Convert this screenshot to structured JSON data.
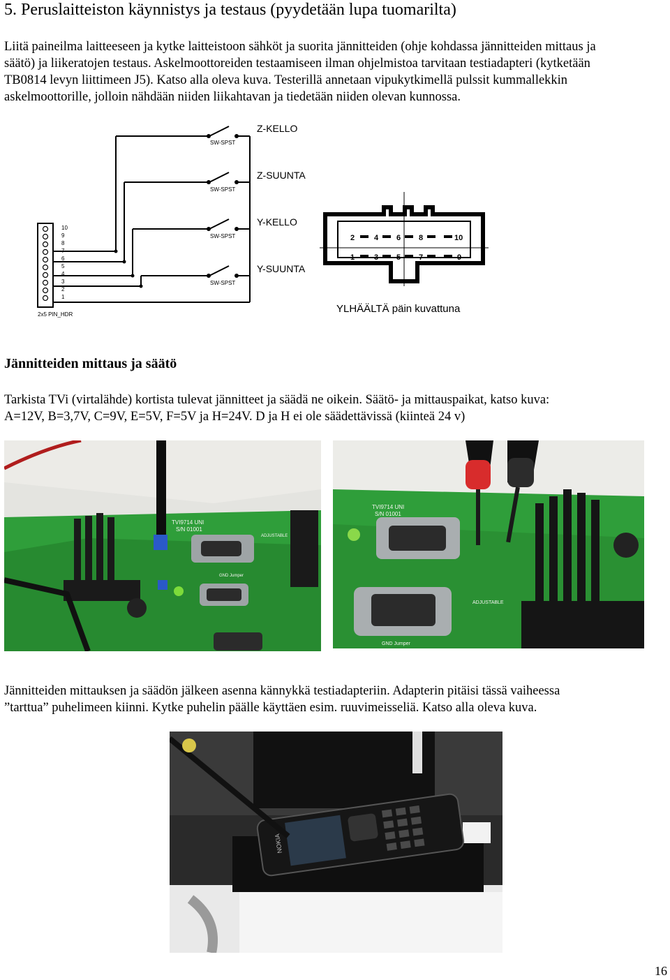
{
  "heading": "5. Peruslaitteiston käynnistys ja testaus (pyydetään lupa tuomarilta)",
  "intro": [
    "Liitä paineilma laitteeseen ja kytke laitteistoon sähköt ja suorita jännitteiden (ohje kohdassa jännitteiden mittaus ja",
    "säätö) ja liikeratojen testaus. Askelmoottoreiden testaamiseen ilman ohjelmistoa tarvitaan testiadapteri (kytketään",
    "TB0814 levyn liittimeen J5). Katso alla oleva kuva. Testerillä annetaan vipukytkimellä pulssit kummallekkin",
    "askelmoottorille, jolloin nähdään niiden liikahtavan ja tiedetään niiden olevan kunnossa."
  ],
  "schematic": {
    "switch_label": "SW-SPST",
    "signals": [
      "Z-KELLO",
      "Z-SUUNTA",
      "Y-KELLO",
      "Y-SUUNTA"
    ],
    "header_label": "2x5 PIN_HDR",
    "header_pins": [
      "10",
      "9",
      "8",
      "7",
      "6",
      "5",
      "4",
      "3",
      "2",
      "1"
    ],
    "connector_top_row": [
      "2",
      "4",
      "6",
      "8",
      "10"
    ],
    "connector_bottom_row": [
      "1",
      "3",
      "5",
      "7",
      "9"
    ],
    "connector_caption": "YLHÄÄLTÄ päin kuvattuna"
  },
  "section2_title": "Jännitteiden mittaus ja säätö",
  "section2_text": [
    "Tarkista TVi (virtalähde) kortista tulevat jännitteet ja säädä ne oikein. Säätö- ja mittauspaikat, katso kuva:",
    "A=12V, B=3,7V, C=9V, E=5V, F=5V ja H=24V. D ja H ei ole säädettävissä (kiinteä 24 v)"
  ],
  "board_labels": {
    "board_name": "TVI9714 UNI",
    "serial": "S/N 01001",
    "adjustable": "ADJUSTABLE",
    "gnd_jumper": "GND Jumper"
  },
  "section3_text": [
    "Jännitteiden mittauksen ja säädön jälkeen asenna kännykkä testiadapteriin. Adapterin pitäisi tässä vaiheessa",
    "”tarttua” puhelimeen kiinni. Kytke puhelin päälle käyttäen esim. ruuvimeisseliä. Katso alla oleva kuva."
  ],
  "phone_brand": "NOKIA",
  "page_number": "16"
}
